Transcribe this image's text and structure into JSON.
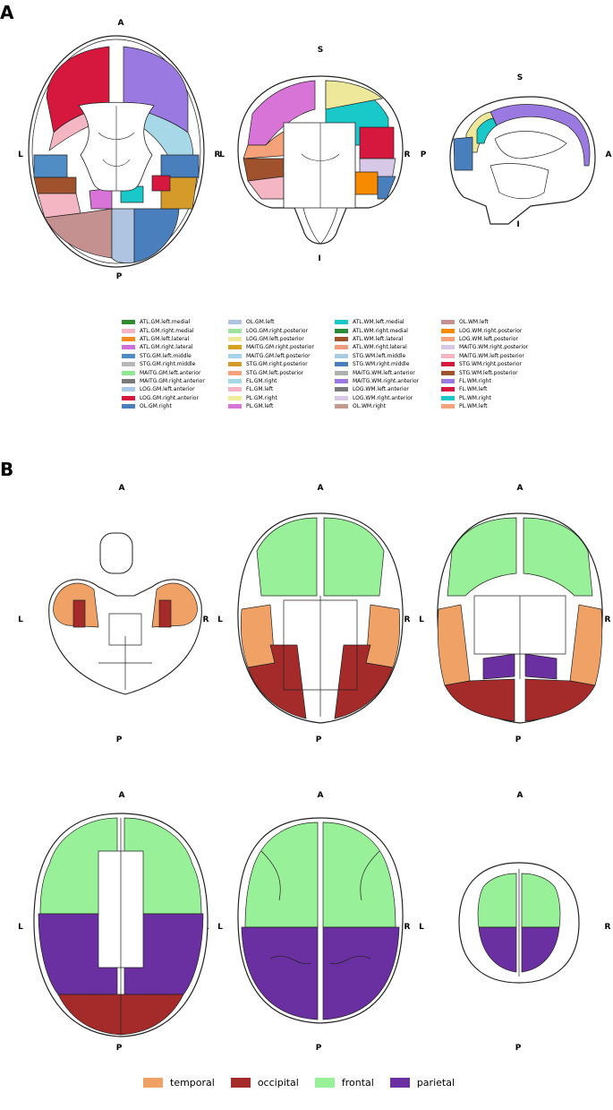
{
  "panel_a": {
    "letter": "A",
    "views": [
      {
        "labels": {
          "top": "A",
          "bottom": "P",
          "left": "L",
          "right": "R"
        }
      },
      {
        "labels": {
          "top": "S",
          "bottom": "I",
          "left": "L",
          "right": "R"
        }
      },
      {
        "labels": {
          "top": "S",
          "bottom": "I",
          "left": "P",
          "right": "A"
        }
      }
    ],
    "legend": [
      {
        "label": "ATL.GM.left.medial",
        "color": "#2e8b2e"
      },
      {
        "label": "ATL.GM.right.medial",
        "color": "#f5b6c3"
      },
      {
        "label": "ATL.GM.left.lateral",
        "color": "#f68a1f"
      },
      {
        "label": "ATL.GM.right.lateral",
        "color": "#cf6fd9"
      },
      {
        "label": "STG.GM.left.middle",
        "color": "#4f8dc4"
      },
      {
        "label": "STG.GM.right.middle",
        "color": "#b8b8b8"
      },
      {
        "label": "MAITG.GM.left.anterior",
        "color": "#8fe88f"
      },
      {
        "label": "MAITG.GM.right.anterior",
        "color": "#7a7a7a"
      },
      {
        "label": "LOG.GM.left.anterior",
        "color": "#a9c7e8"
      },
      {
        "label": "LOG.GM.right.anterior",
        "color": "#d6173e"
      },
      {
        "label": "OL.GM.right",
        "color": "#4a7fbd"
      },
      {
        "label": "OL.GM.left",
        "color": "#aec4e0"
      },
      {
        "label": "LOG.GM.right.posterior",
        "color": "#9ee49e"
      },
      {
        "label": "LOG.GM.left.posterior",
        "color": "#eee89a"
      },
      {
        "label": "MAITG.GM.right.posterior",
        "color": "#d6a11c"
      },
      {
        "label": "MAITG.GM.left.posterior",
        "color": "#a5d3ec"
      },
      {
        "label": "STG.GM.right.posterior",
        "color": "#d49b2a"
      },
      {
        "label": "STG.GM.left.posterior",
        "color": "#f5a27a"
      },
      {
        "label": "FL.GM.right",
        "color": "#a6d8e8"
      },
      {
        "label": "FL.GM.left",
        "color": "#f5b4c4"
      },
      {
        "label": "PL.GM.right",
        "color": "#f2ec9a"
      },
      {
        "label": "PL.GM.left",
        "color": "#d873d8"
      },
      {
        "label": "ATL.WM.left.medial",
        "color": "#19c9c9"
      },
      {
        "label": "ATL.WM.right.medial",
        "color": "#2a8c3a"
      },
      {
        "label": "ATL.WM.left.lateral",
        "color": "#a0522d"
      },
      {
        "label": "ATL.WM.right.lateral",
        "color": "#f29a7a"
      },
      {
        "label": "STG.WM.left.middle",
        "color": "#a8cce4"
      },
      {
        "label": "STG.WM.right.middle",
        "color": "#4a7fbd"
      },
      {
        "label": "MAITG.WM.left.anterior",
        "color": "#b0b0b0"
      },
      {
        "label": "MAITG.WM.right.anterior",
        "color": "#9a7ae0"
      },
      {
        "label": "LOG.WM.left.anterior",
        "color": "#7a7a7a"
      },
      {
        "label": "LOG.WM.right.anterior",
        "color": "#d8c8e8"
      },
      {
        "label": "OL.WM.right",
        "color": "#c49a90"
      },
      {
        "label": "OL.WM.left",
        "color": "#c49090"
      },
      {
        "label": "LOG.WM.right.posterior",
        "color": "#f68a00"
      },
      {
        "label": "LOG.WM.left.posterior",
        "color": "#f5a27a"
      },
      {
        "label": "MAITG.WM.right.posterior",
        "color": "#d8c8e8"
      },
      {
        "label": "MAITG.WM.left.posterior",
        "color": "#f5b6c3"
      },
      {
        "label": "STG.WM.right.posterior",
        "color": "#d6173e"
      },
      {
        "label": "STG.WM.left.posterior",
        "color": "#a0522d"
      },
      {
        "label": "FL.WM.right",
        "color": "#9a7ae0"
      },
      {
        "label": "FL.WM.left",
        "color": "#d6173e"
      },
      {
        "label": "PL.WM.right",
        "color": "#19c9c9"
      },
      {
        "label": "PL.WM.left",
        "color": "#f5a27a"
      }
    ]
  },
  "panel_b": {
    "letter": "B",
    "views": [
      {
        "labels": {
          "top": "A",
          "bottom": "P",
          "left": "L",
          "right": "R"
        }
      },
      {
        "labels": {
          "top": "A",
          "bottom": "P",
          "left": "L",
          "right": "R"
        }
      },
      {
        "labels": {
          "top": "A",
          "bottom": "P",
          "left": "L",
          "right": "R"
        }
      },
      {
        "labels": {
          "top": "A",
          "bottom": "P",
          "left": "L",
          "right": "R"
        }
      },
      {
        "labels": {
          "top": "A",
          "bottom": "P",
          "left": "L",
          "right": "R"
        }
      },
      {
        "labels": {
          "top": "A",
          "bottom": "P",
          "left": "L",
          "right": "R"
        }
      }
    ],
    "legend": [
      {
        "label": "temporal",
        "color": "#f0a266"
      },
      {
        "label": "occipital",
        "color": "#a52a2a"
      },
      {
        "label": "frontal",
        "color": "#98f098"
      },
      {
        "label": "parietal",
        "color": "#6a2fa0"
      }
    ]
  }
}
